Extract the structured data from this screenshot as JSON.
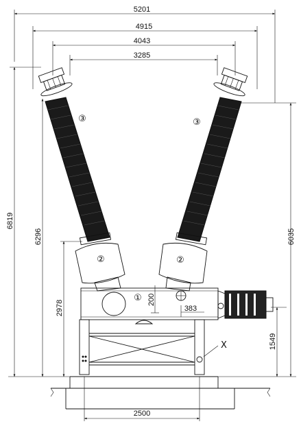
{
  "dimensions": {
    "top_5201": "5201",
    "top_4915": "4915",
    "top_4043": "4043",
    "top_3285": "3285",
    "left_6819": "6819",
    "left_6296": "6296",
    "left_2978": "2978",
    "right_6035": "6035",
    "right_1549": "1549",
    "bottom_2500": "2500",
    "mid_200": "200",
    "mid_383": "383"
  },
  "labels": {
    "bushing_left": "③",
    "bushing_right": "③",
    "housing_left": "②",
    "housing_right": "②",
    "tank": "①",
    "x_mark": "X"
  }
}
